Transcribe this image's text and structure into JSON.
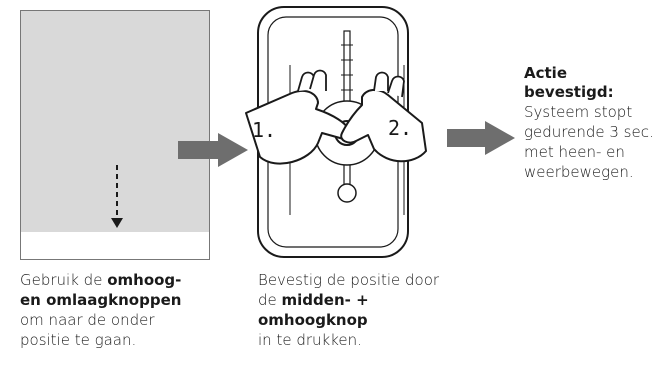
{
  "step1": {
    "caption_pre": "Gebruik de ",
    "caption_bold": "omhoog-en omlaagknoppen",
    "caption_post": "om naar de onder positie te gaan.",
    "caption_lines": [
      "Gebruik de",
      "omhoog-",
      "en omlaagknoppen",
      "om naar de onder",
      "positie te gaan."
    ]
  },
  "step2": {
    "finger_1_label": "1.",
    "finger_2_label": "2.",
    "caption_line1": "Bevestig de positie door",
    "caption_line2_pre": "de ",
    "caption_line2_bold": "midden- + omhoogknop",
    "caption_line3": "in te drukken."
  },
  "step3": {
    "title_line1": "Actie",
    "title_line2": "bevestigd:",
    "desc_lines": [
      "Systeem stopt",
      "gedurende 3 sec.",
      "met heen- en",
      "weerbewegen."
    ]
  },
  "colors": {
    "panel_fill": "#d9d9d9",
    "arrow_fill": "#6e6e6e",
    "line": "#1a1a1a"
  }
}
